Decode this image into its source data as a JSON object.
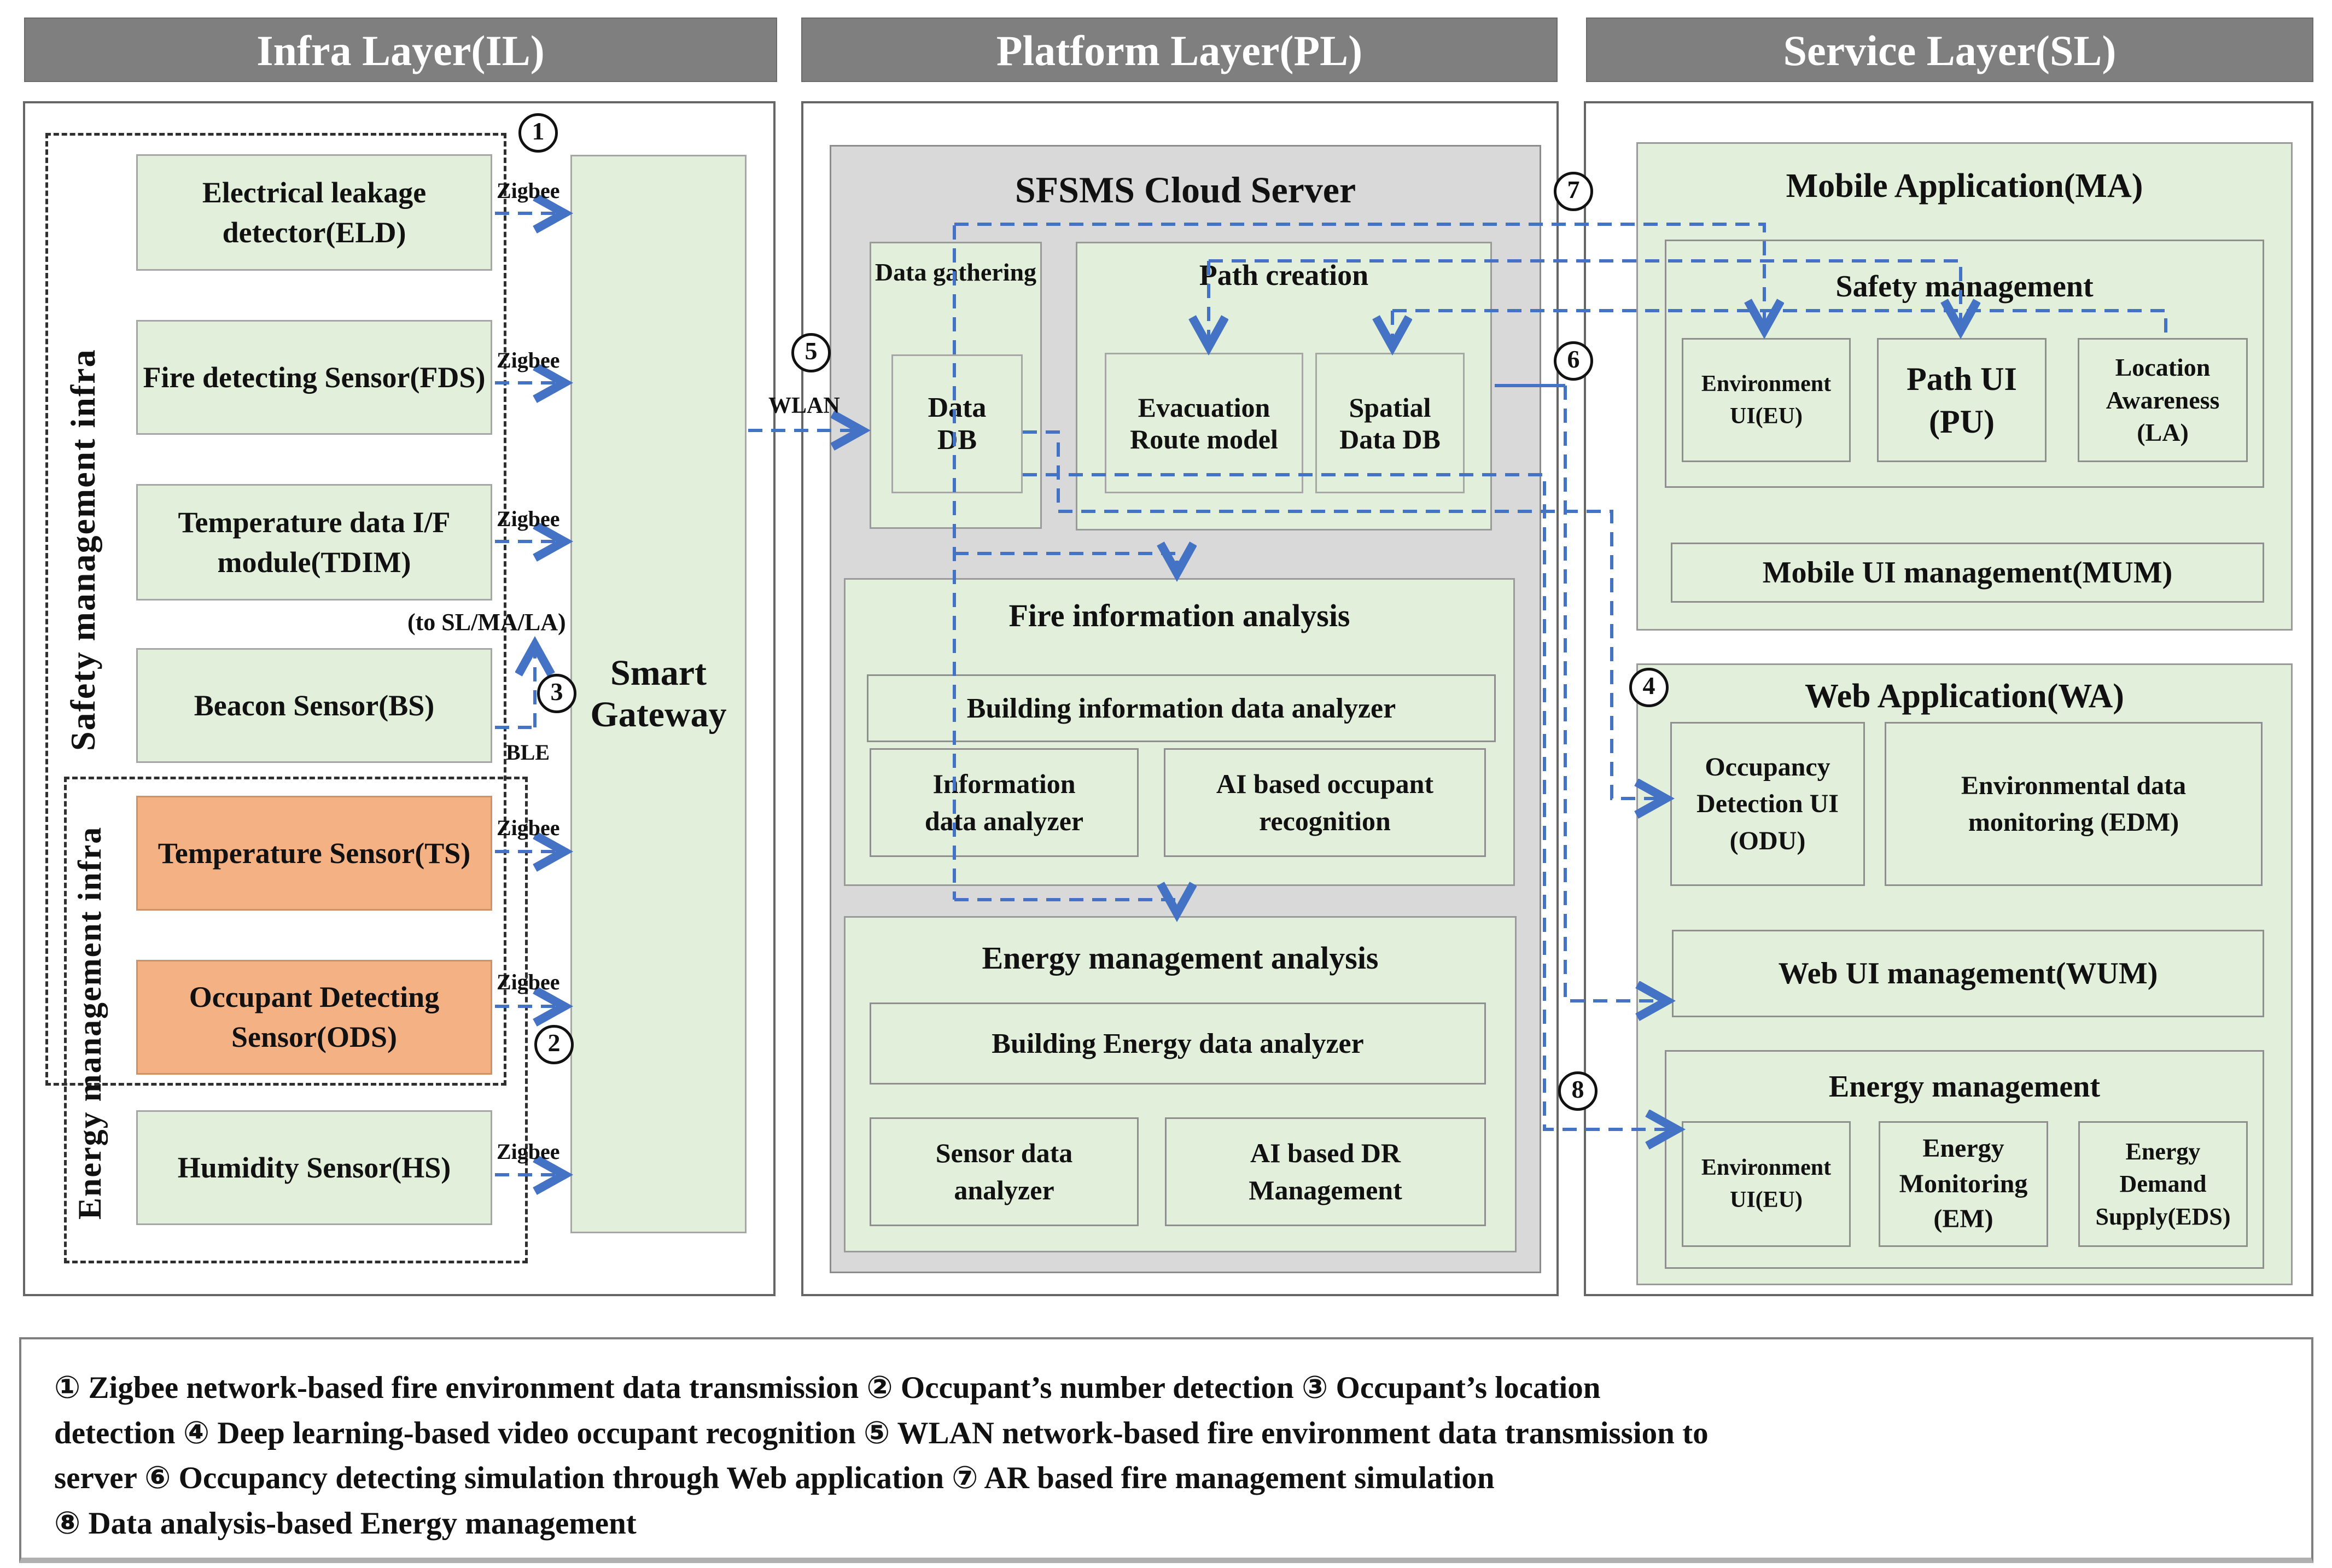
{
  "headers": {
    "il": "Infra Layer(IL)",
    "pl": "Platform Layer(PL)",
    "sl": "Service Layer(SL)"
  },
  "colors": {
    "accent_blue": "#4472c4",
    "box_green": "#e2efda",
    "box_orange": "#f4b183",
    "header_gray": "#7f7f7f",
    "server_gray": "#d9d9d9"
  },
  "badges": {
    "b1": "1",
    "b2": "2",
    "b3": "3",
    "b4": "4",
    "b5": "5",
    "b6": "6",
    "b7": "7",
    "b8": "8"
  },
  "il": {
    "safety_group_label": "Safety management infra",
    "energy_group_label": "Energy management infra",
    "gateway_label": "Smart Gateway",
    "to_sl_note": "(to SL/MA/LA)",
    "sensors": [
      {
        "label": "Electrical leakage detector(ELD)",
        "protocol": "Zigbee"
      },
      {
        "label": "Fire detecting Sensor(FDS)",
        "protocol": "Zigbee"
      },
      {
        "label": "Temperature data I/F module(TDIM)",
        "protocol": "Zigbee"
      },
      {
        "label": "Beacon Sensor(BS)",
        "protocol": "BLE"
      },
      {
        "label": "Temperature Sensor(TS)",
        "protocol": "Zigbee"
      },
      {
        "label": "Occupant Detecting Sensor(ODS)",
        "protocol": "Zigbee"
      },
      {
        "label": "Humidity Sensor(HS)",
        "protocol": "Zigbee"
      }
    ],
    "wlan_label": "WLAN"
  },
  "pl": {
    "server_title": "SFSMS Cloud Server",
    "data_gathering": "Data gathering",
    "data_db": "Data DB",
    "path_creation": "Path creation",
    "evacuation_route_model": "Evacuation Route model",
    "spatial_data_db": "Spatial Data DB",
    "fire_analysis": {
      "title": "Fire information analysis",
      "building_analyzer": "Building information data analyzer",
      "info_analyzer": "Information data analyzer",
      "ai_occupant": "AI based  occupant recognition"
    },
    "energy_analysis": {
      "title": "Energy management analysis",
      "building_energy_analyzer": "Building Energy data analyzer",
      "sensor_analyzer": "Sensor data analyzer",
      "ai_dr": "AI based  DR Management"
    }
  },
  "sl": {
    "mobile_app": {
      "title": "Mobile Application(MA)",
      "safety_mgmt": "Safety management",
      "environment_ui": "Environment UI(EU)",
      "path_ui": "Path UI (PU)",
      "location_awareness": "Location Awareness (LA)",
      "mobile_ui_mgmt": "Mobile UI management(MUM)"
    },
    "web_app": {
      "title": "Web Application(WA)",
      "occupancy_ui": "Occupancy Detection UI (ODU)",
      "env_monitoring": "Environmental data monitoring (EDM)",
      "web_ui_mgmt": "Web UI management(WUM)",
      "energy_mgmt": "Energy management",
      "environment_ui": "Environment UI(EU)",
      "energy_monitoring": "Energy Monitoring (EM)",
      "energy_demand": "Energy Demand Supply(EDS)"
    }
  },
  "legend": {
    "lines": [
      "① Zigbee network-based fire environment data transmission ② Occupant’s number detection ③ Occupant’s location",
      "detection ④ Deep learning-based video occupant recognition ⑤ WLAN network-based fire environment data transmission to",
      "server ⑥ Occupancy detecting simulation through Web application  ⑦ AR based fire management simulation",
      "⑧ Data analysis-based Energy management"
    ]
  }
}
